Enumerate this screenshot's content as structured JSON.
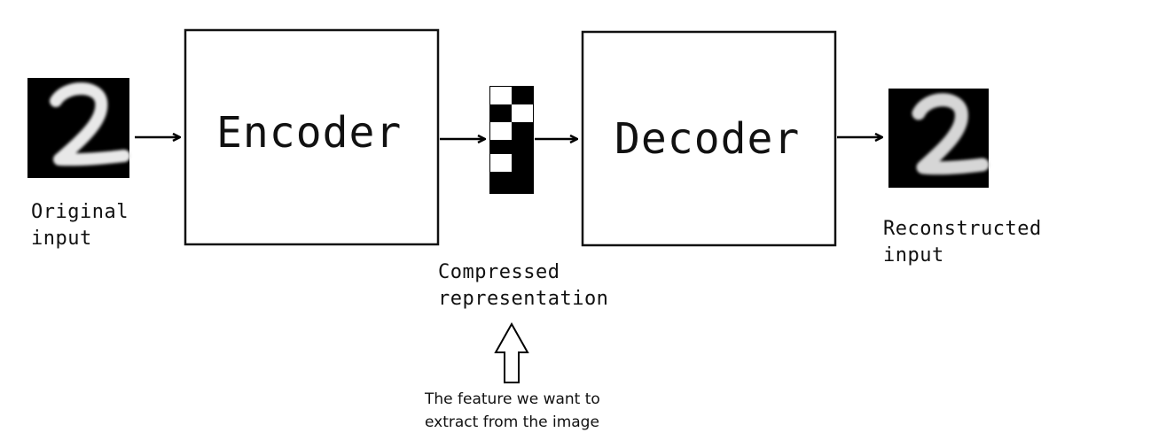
{
  "encoder": {
    "label": "Encoder"
  },
  "decoder": {
    "label": "Decoder"
  },
  "input": {
    "label_lines": [
      "Original",
      "input"
    ]
  },
  "output": {
    "label_lines": [
      "Reconstructed",
      "input"
    ]
  },
  "code": {
    "label_lines": [
      "Compressed",
      "representation"
    ]
  },
  "note": {
    "lines": [
      "The feature we want to",
      "extract from the image"
    ]
  }
}
